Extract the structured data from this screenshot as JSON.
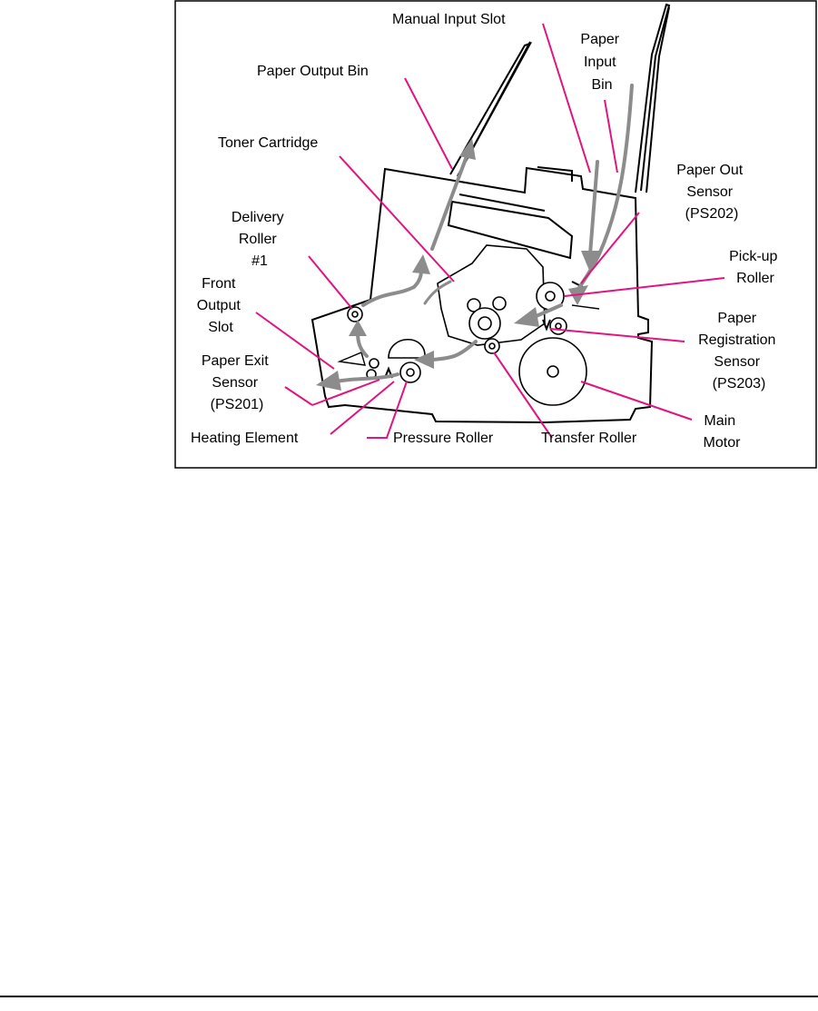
{
  "colors": {
    "leader_line": "#e0157f",
    "paper_path": "#8c8c8c",
    "outline": "#000000"
  },
  "labels": {
    "manual_input_slot": "Manual Input Slot",
    "paper_input_bin": [
      "Paper",
      "Input",
      "Bin"
    ],
    "paper_output_bin": "Paper Output Bin",
    "toner_cartridge": "Toner Cartridge",
    "paper_out_sensor": [
      "Paper Out",
      "Sensor",
      "(PS202)"
    ],
    "delivery_roller": [
      "Delivery",
      "Roller",
      "#1"
    ],
    "pickup_roller": [
      "Pick-up",
      "Roller"
    ],
    "front_output_slot": [
      "Front",
      "Output",
      "Slot"
    ],
    "paper_registration_sensor": [
      "Paper",
      "Registration",
      "Sensor",
      "(PS203)"
    ],
    "paper_exit_sensor": [
      "Paper Exit",
      "Sensor",
      "(PS201)"
    ],
    "main_motor": [
      "Main",
      "Motor"
    ],
    "heating_element": "Heating Element",
    "pressure_roller": "Pressure Roller",
    "transfer_roller": "Transfer Roller"
  }
}
